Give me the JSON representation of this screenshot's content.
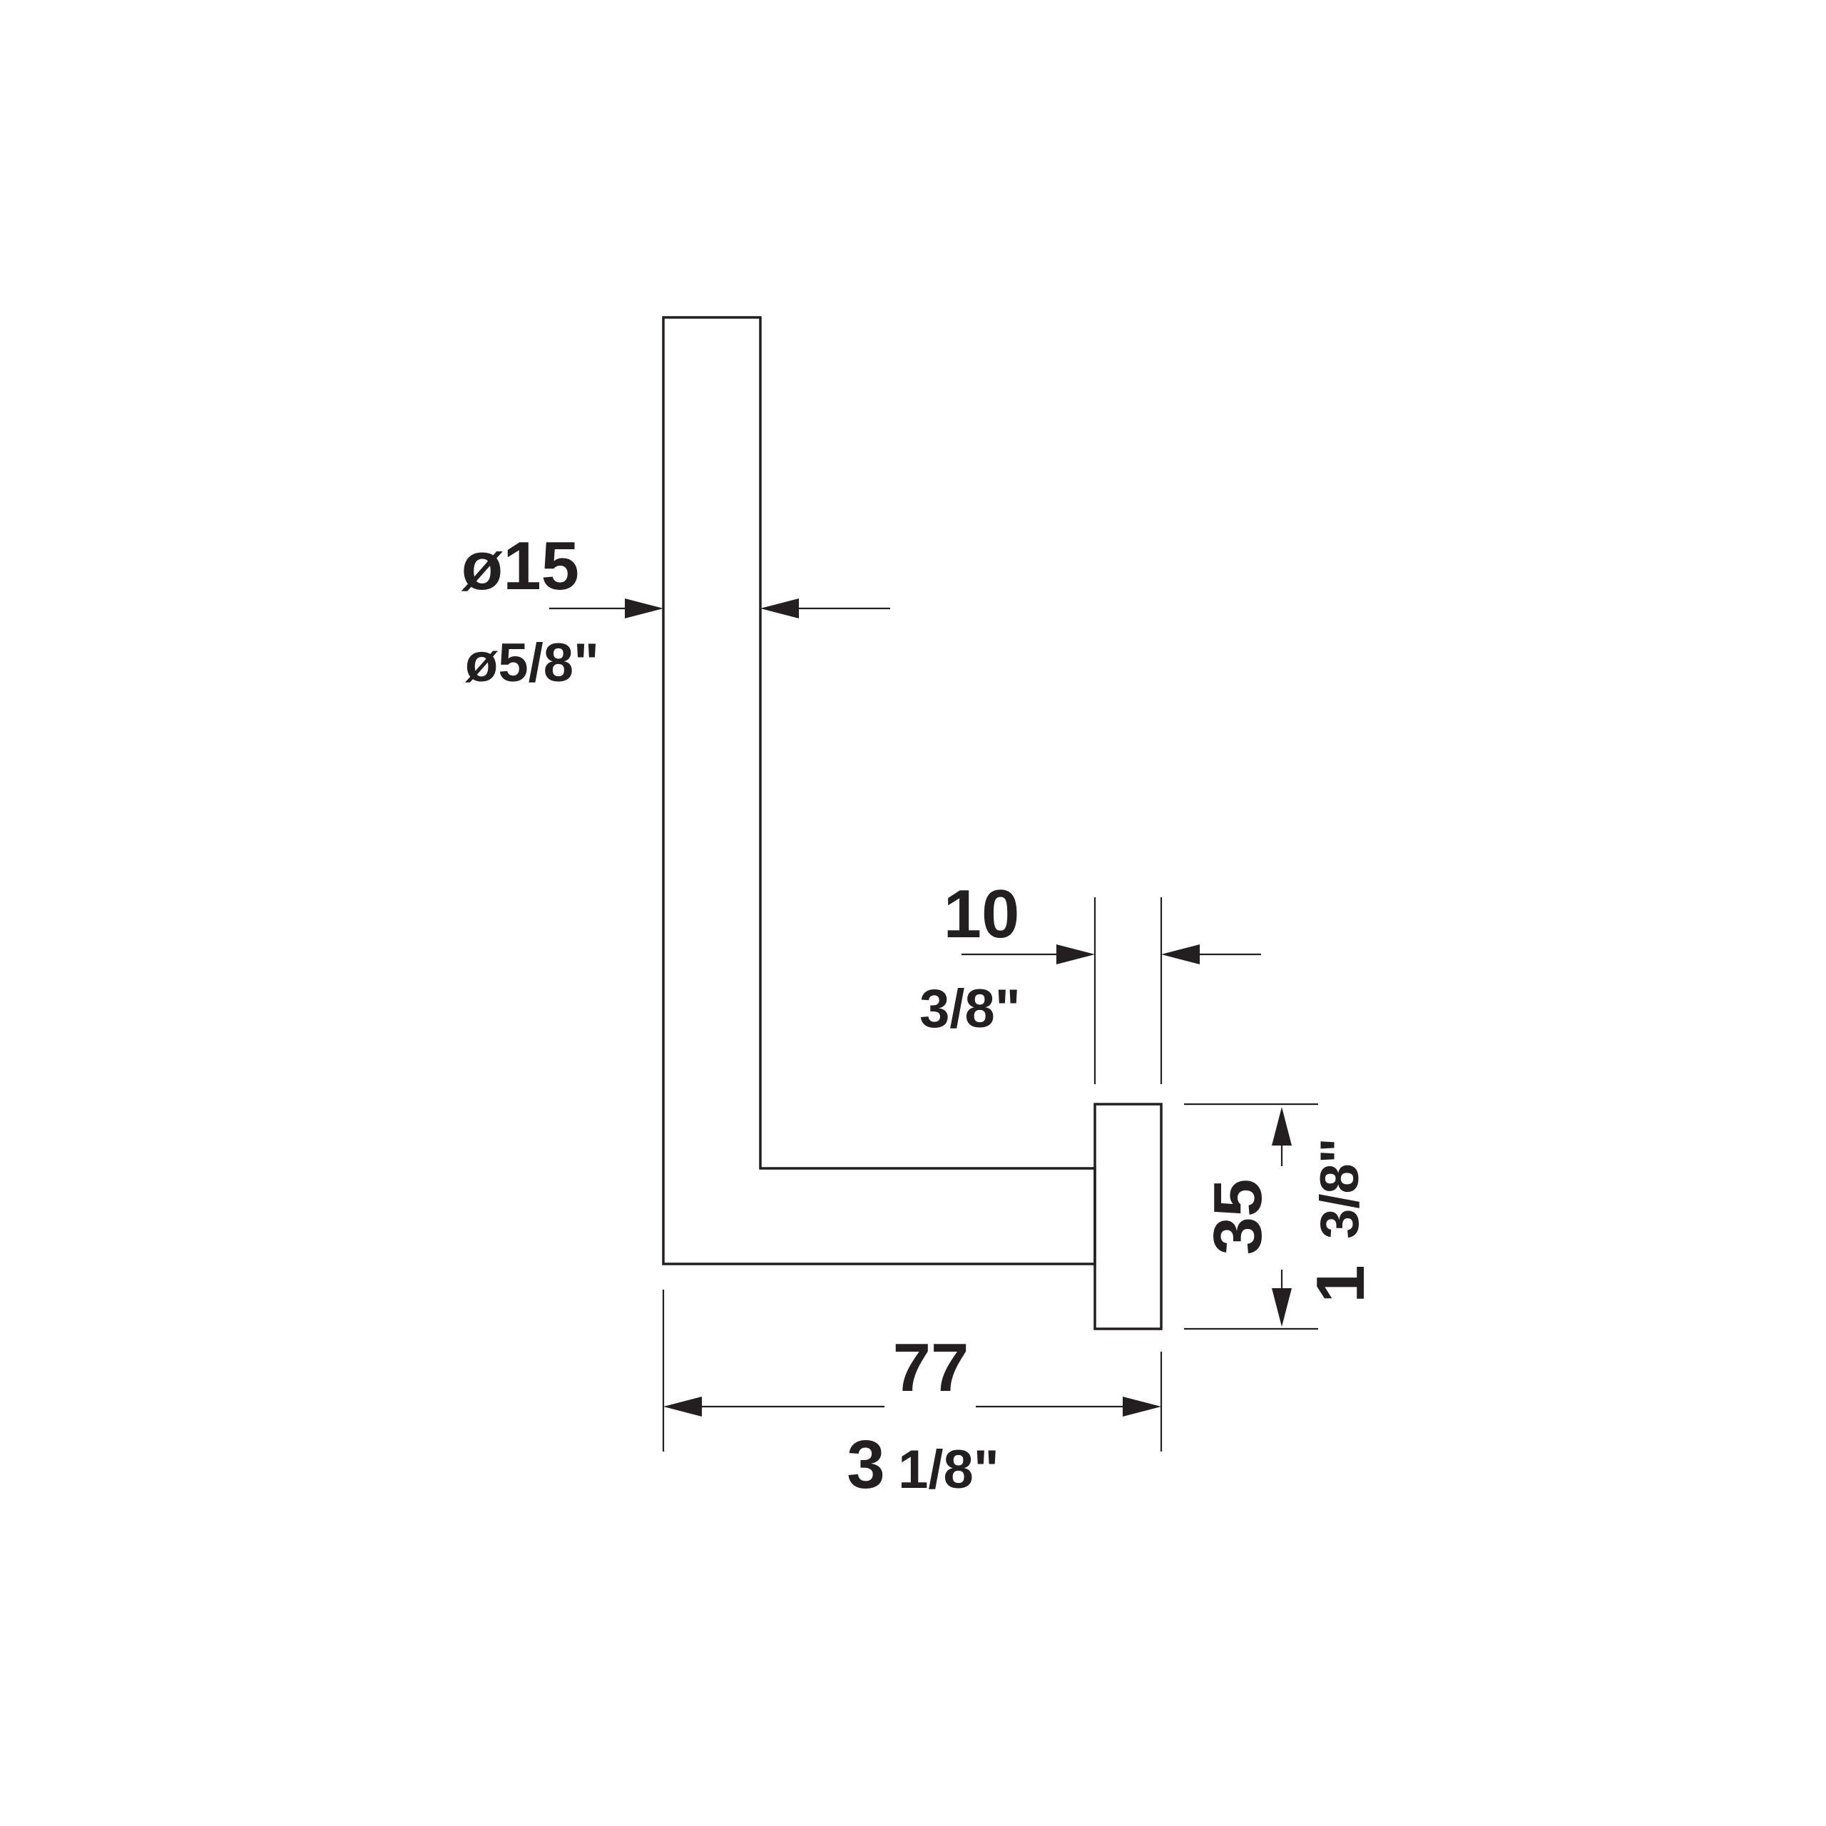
{
  "drawing": {
    "line_color": "#231f20",
    "background": "#ffffff",
    "dimensions": {
      "diameter": {
        "metric": "ø15",
        "imperial": "ø5/8\""
      },
      "flange_thickness": {
        "metric": "10",
        "imperial": "3/8\""
      },
      "flange_height": {
        "metric": "35",
        "imperial_whole": "1",
        "imperial_fraction": "3/8\""
      },
      "length": {
        "metric": "77",
        "imperial_whole": "3",
        "imperial_fraction": "1/8\""
      }
    }
  }
}
